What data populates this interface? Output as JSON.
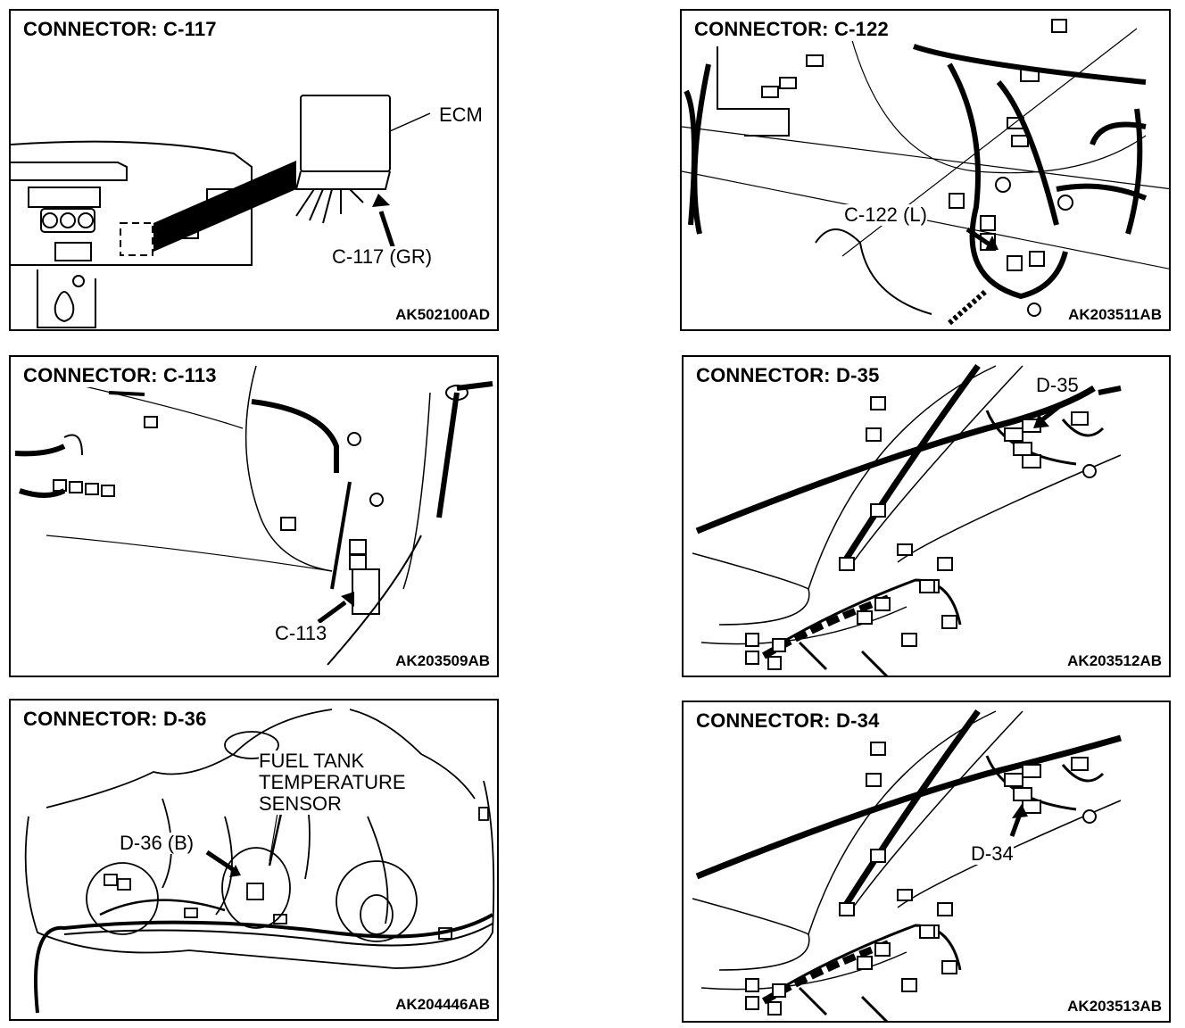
{
  "panels": {
    "c117": {
      "title": "CONNECTOR: C-117",
      "code": "AK502100AD",
      "ecm_label": "ECM",
      "connector_label": "C-117 (GR)"
    },
    "c122": {
      "title": "CONNECTOR: C-122",
      "code": "AK203511AB",
      "connector_label": "C-122 (L)"
    },
    "c113": {
      "title": "CONNECTOR: C-113",
      "code": "AK203509AB",
      "connector_label": "C-113"
    },
    "d35": {
      "title": "CONNECTOR: D-35",
      "code": "AK203512AB",
      "connector_label": "D-35"
    },
    "d36": {
      "title": "CONNECTOR: D-36",
      "code": "AK204446AB",
      "sensor_line1": "FUEL TANK",
      "sensor_line2": "TEMPERATURE",
      "sensor_line3": "SENSOR",
      "connector_label": "D-36 (B)"
    },
    "d34": {
      "title": "CONNECTOR: D-34",
      "code": "AK203513AB",
      "connector_label": "D-34"
    }
  }
}
